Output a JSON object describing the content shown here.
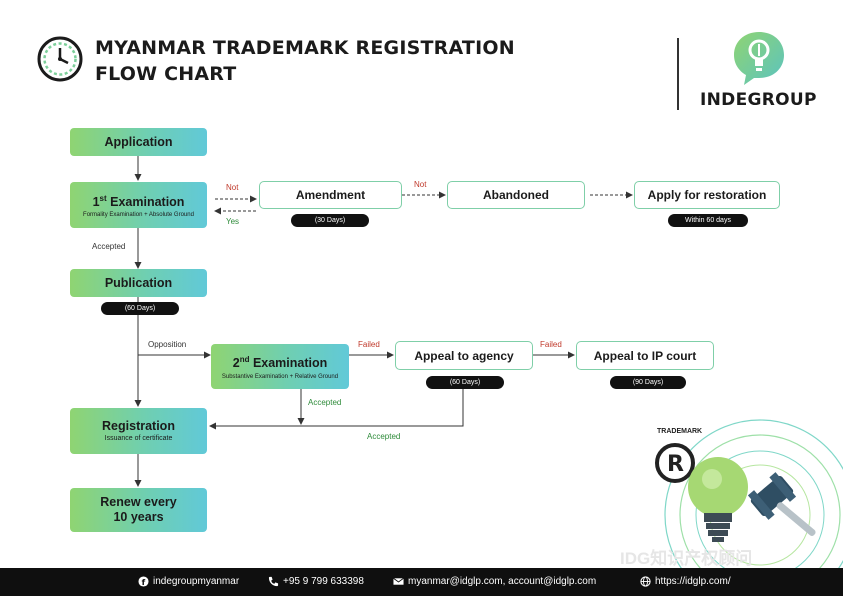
{
  "title": {
    "line1": "MYANMAR TRADEMARK REGISTRATION",
    "line2": "FLOW CHART"
  },
  "brand": {
    "name": "INDEGROUP",
    "logo_icon": "lightbulb-chat-icon",
    "color": "#6cc7a0"
  },
  "colors": {
    "gradient_start": "#8fd472",
    "gradient_end": "#61c9d8",
    "outline": "#7fcfa8",
    "fail_red": "#c0392b",
    "accept_green": "#2e8b3a",
    "dark": "#111111"
  },
  "nodes": {
    "application": {
      "label": "Application"
    },
    "exam1": {
      "ordinal": "1",
      "sup": "st",
      "label": " Examination",
      "sub": "Formality Examination + Absolute Ground"
    },
    "amendment": {
      "label": "Amendment",
      "duration": "(30 Days)"
    },
    "abandoned": {
      "label": "Abandoned"
    },
    "restoration": {
      "label": "Apply for restoration",
      "duration": "Within 60 days"
    },
    "publication": {
      "label": "Publication",
      "duration": "(60 Days)"
    },
    "exam2": {
      "ordinal": "2",
      "sup": "nd",
      "label": " Examination",
      "sub": "Substantive Examination + Relative Ground"
    },
    "appeal_agency": {
      "label": "Appeal to agency",
      "duration": "(60 Days)"
    },
    "appeal_court": {
      "label": "Appeal to IP court",
      "duration": "(90 Days)"
    },
    "registration": {
      "label": "Registration",
      "sub": "Issuance of certificate"
    },
    "renew": {
      "line1": "Renew every",
      "line2": "10 years"
    }
  },
  "edge_labels": {
    "not_1": "Not",
    "yes": "Yes",
    "not_2": "Not",
    "accepted_1": "Accepted",
    "opposition": "Opposition",
    "failed_1": "Failed",
    "failed_2": "Failed",
    "accepted_2": "Accepted",
    "accepted_3": "Accepted"
  },
  "illustration": {
    "label": "TRADEMARK",
    "icons": [
      "registered-mark-icon",
      "lightbulb-icon",
      "gavel-icon"
    ]
  },
  "footer": {
    "facebook": "indegroupmyanmar",
    "phone": "+95 9 799 633398",
    "email": "myanmar@idglp.com, account@idglp.com",
    "website": "https://idglp.com/"
  },
  "watermark": "IDG知识产权顾问"
}
